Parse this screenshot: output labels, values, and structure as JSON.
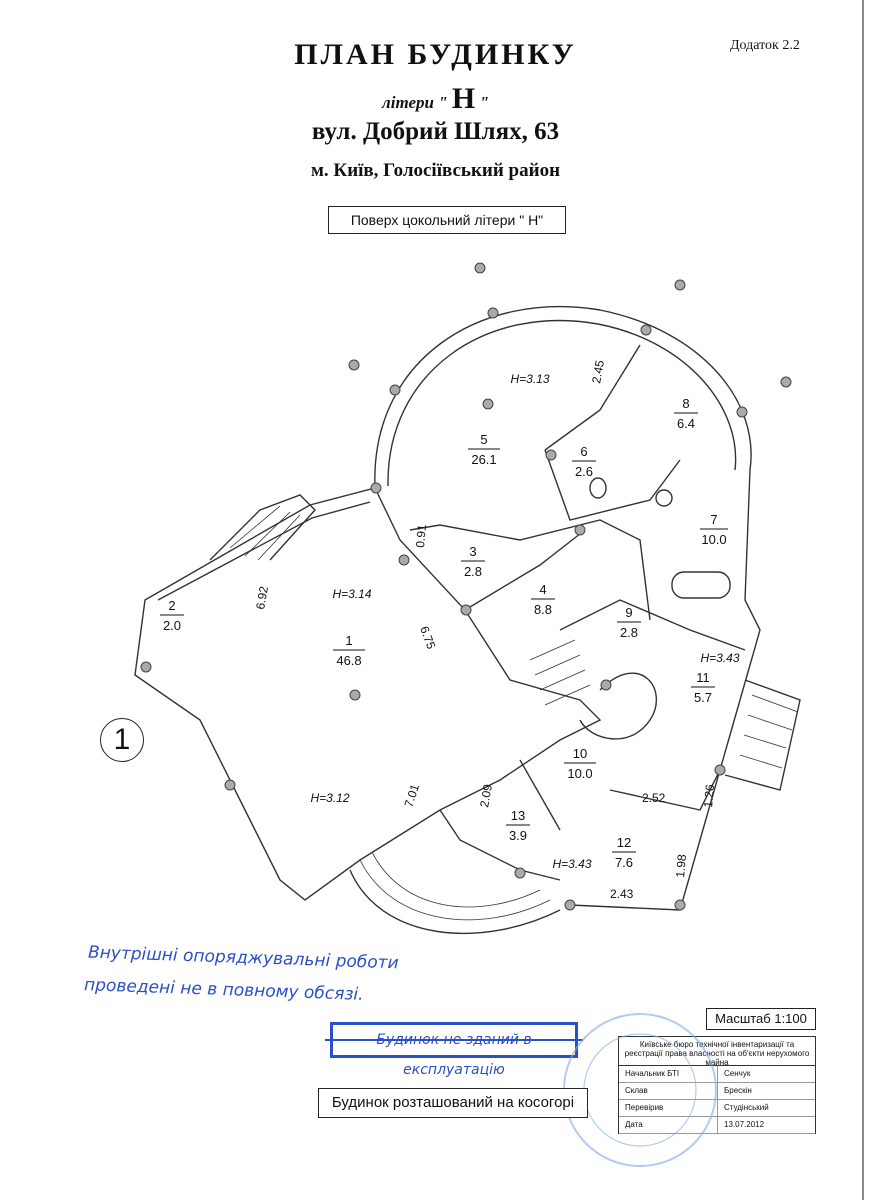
{
  "header": {
    "title": "ПЛАН БУДИНКУ",
    "litera_prefix": "літери \"",
    "litera_letter": "Н",
    "litera_suffix": "\"",
    "street": "вул. Добрий Шлях, 63",
    "city_district": "м. Київ, Голосіївський район",
    "annex": "Додаток 2.2"
  },
  "floor_label": "Поверх цокольний літери \" Н\"",
  "building_number": "1",
  "rooms": [
    {
      "num": "1",
      "area": "46.8"
    },
    {
      "num": "2",
      "area": "2.0"
    },
    {
      "num": "3",
      "area": "2.8"
    },
    {
      "num": "4",
      "area": "8.8"
    },
    {
      "num": "5",
      "area": "26.1"
    },
    {
      "num": "6",
      "area": "2.6"
    },
    {
      "num": "7",
      "area": "10.0"
    },
    {
      "num": "8",
      "area": "6.4"
    },
    {
      "num": "9",
      "area": "2.8"
    },
    {
      "num": "10",
      "area": "10.0"
    },
    {
      "num": "11",
      "area": "5.7"
    },
    {
      "num": "12",
      "area": "7.6"
    },
    {
      "num": "13",
      "area": "3.9"
    }
  ],
  "heights": [
    "H=3.13",
    "H=3.14",
    "H=3.12",
    "H=3.43",
    "H=3.43"
  ],
  "dimensions": [
    "2.45",
    "0.91",
    "6.92",
    "6.75",
    "7.01",
    "2.09",
    "2.52",
    "1.26",
    "1.98",
    "2.43"
  ],
  "handwritten_note": {
    "line1": "Внутрішні опоряджувальні роботи",
    "line2": "проведені не в повному обсязі."
  },
  "stamp_text": "Будинок не зданий в експлуатацію",
  "scale": "Масштаб 1:100",
  "slope_note": "Будинок розташований на косогорі",
  "signature_table": {
    "organization": "Київське бюро технічної інвентаризації та реєстрації права власності на об'єкти нерухомого майна",
    "rows": [
      {
        "role": "Начальник БТІ",
        "name": "Сенчук"
      },
      {
        "role": "Склав",
        "name": "Брескін"
      },
      {
        "role": "Перевірив",
        "name": "Студінський"
      },
      {
        "role": "Дата",
        "name": "13.07.2012"
      }
    ]
  },
  "colors": {
    "ink": "#111111",
    "stamp_blue": "#2b4fc9",
    "line": "#333333"
  }
}
